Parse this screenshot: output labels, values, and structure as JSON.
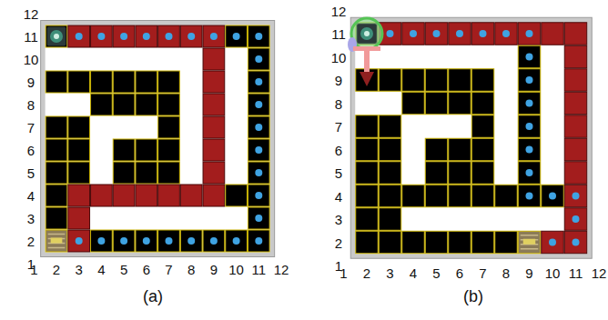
{
  "diagram": {
    "labels": [
      "12",
      "11",
      "10",
      "9",
      "8",
      "7",
      "6",
      "5",
      "4",
      "3",
      "2",
      "1",
      "1",
      "2",
      "3",
      "4",
      "5",
      "6",
      "7",
      "8",
      "9",
      "10",
      "11",
      "12",
      "12",
      "11",
      "10",
      "9",
      "8",
      "7",
      "6",
      "5",
      "4",
      "3",
      "2",
      "1",
      "1",
      "2",
      "3",
      "4",
      "5",
      "6",
      "7",
      "8",
      "9",
      "10",
      "11",
      "12",
      "(a)",
      "(b)"
    ]
  }
}
